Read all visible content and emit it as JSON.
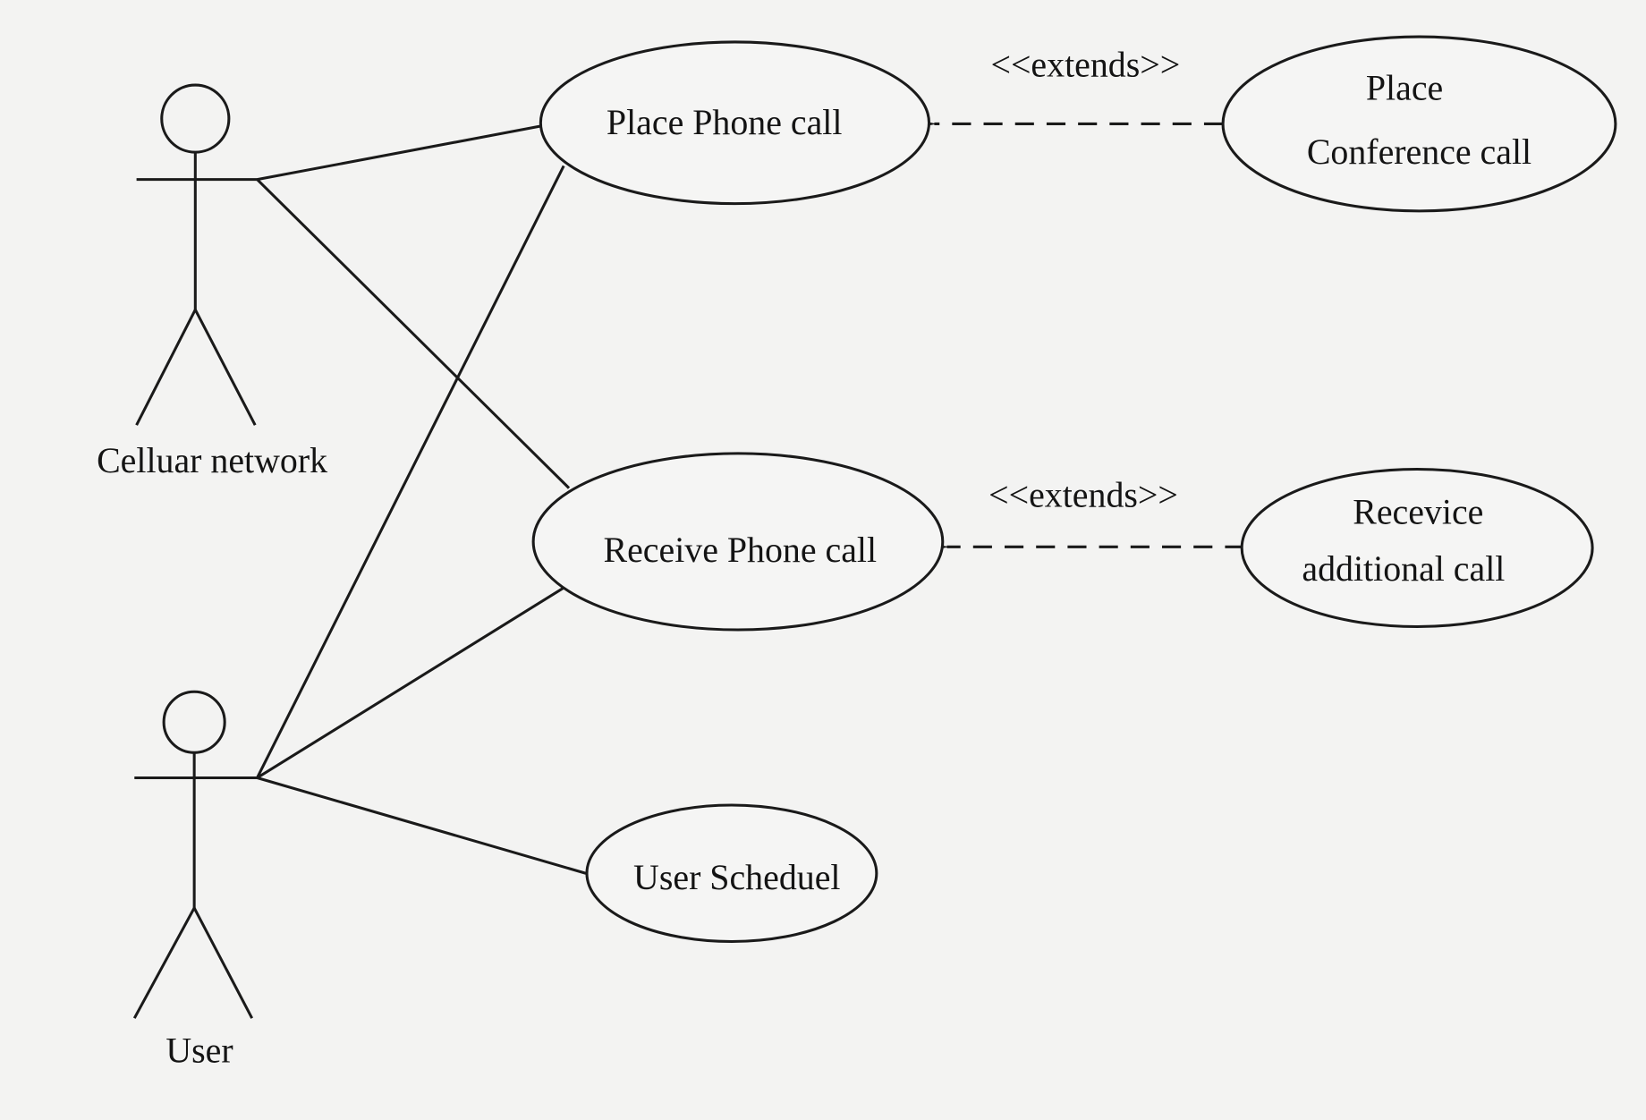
{
  "actors": [
    {
      "label": "Celluar network"
    },
    {
      "label": "User"
    }
  ],
  "use_cases": {
    "place_phone_call": "Place Phone call",
    "receive_phone_call": "Receive Phone call",
    "user_schedule": "User Scheduel",
    "place_conference_call": [
      "Place",
      "Conference call"
    ],
    "receive_additional_call": [
      "Recevice",
      "additional call"
    ]
  },
  "relations": {
    "extends_1": "<<extends>>",
    "extends_2": "<<extends>>"
  }
}
